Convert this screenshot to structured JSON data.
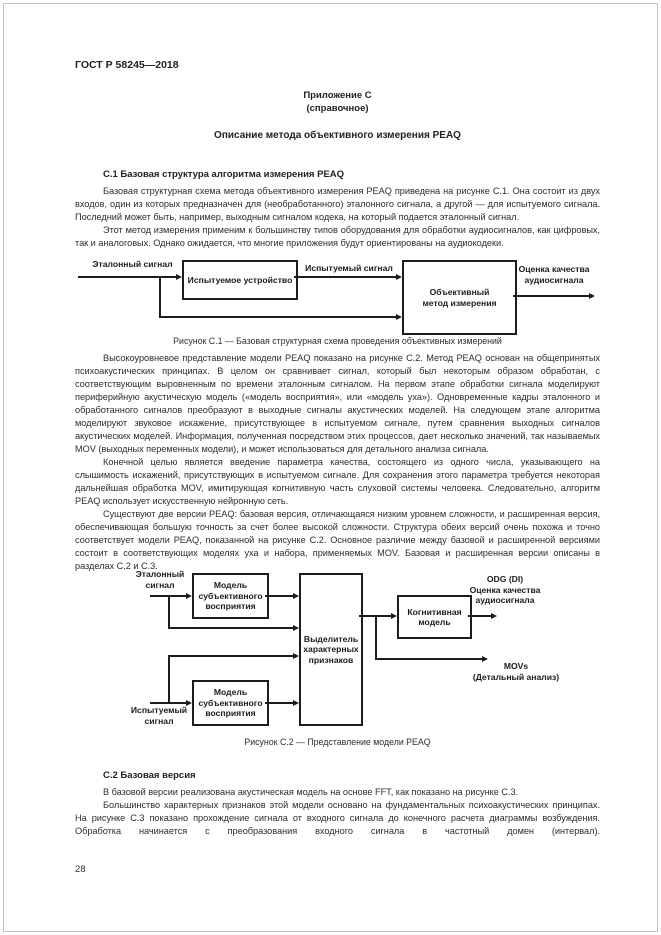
{
  "header": {
    "doc_number": "ГОСТ Р 58245—2018",
    "appendix": "Приложение С",
    "appendix_note": "(справочное)",
    "title": "Описание метода объективного измерения PEAQ"
  },
  "section_c1": {
    "heading": "С.1 Базовая структура алгоритма измерения PEAQ",
    "para1": "Базовая структурная схема метода объективного измерения PEAQ приведена на рисунке С.1. Она состоит из двух входов, один из которых предназначен для (необработанного) эталонного сигнала, а другой — для испытуемого сигнала. Последний может быть, например, выходным сигналом кодека, на который подается эталонный сигнал.",
    "para2": "Этот метод измерения применим к большинству типов оборудования для обработки аудиосигналов, как цифровых, так и аналоговых. Однако ожидается, что многие приложения будут ориентированы на аудиокодеки.",
    "para3": "Высокоуровневое представление модели PEAQ показано на рисунке С.2. Метод PEAQ основан на общепринятых психоакустических принципах. В целом он сравнивает сигнал, который был некоторым образом обработан, с соответствующим выровненным по времени эталонным сигналом. На первом этапе обработки сигнала моделируют периферийную акустическую модель («модель восприятия», или «модель уха»). Одновременные кадры эталонного и обработанного сигналов преобразуют в выходные сигналы акустических моделей. На следующем этапе алгоритма моделируют звуковое искажение, присутствующее в испытуемом сигнале, путем сравнения выходных сигналов акустических моделей. Информация, полученная посредством этих процессов, дает несколько значений, так называемых MOV (выходных переменных модели), и может использоваться для детального анализа сигнала.",
    "para4": "Конечной целью является введение параметра качества, состоящего из одного числа, указывающего на слышимость искажений, присутствующих в испытуемом сигнале. Для сохранения этого параметра требуется некоторая дальнейшая обработка MOV, имитирующая когнитивную часть слуховой системы человека. Следовательно, алгоритм PEAQ использует искусственную нейронную сеть.",
    "para5": "Существуют две версии PEAQ: базовая версия, отличающаяся низким уровнем сложности, и расширенная версия, обеспечивающая большую точность за счет более высокой сложности. Структура обеих версий очень похожа и точно соответствует модели PEAQ, показанной на рисунке С.2. Основное различие между базовой и расширенной версиями состоит в соответствующих моделях уха и набора, применяемых MOV. Базовая и расширенная версии описаны в разделах С.2 и С.3."
  },
  "fig_c1": {
    "label_input": "Эталонный сигнал",
    "box_device": "Испытуемое устройство",
    "label_mid": "Испытуемый сигнал",
    "box_method": "Объективный\nметод измерения",
    "label_output": "Оценка качества\nаудиосигнала",
    "caption": "Рисунок С.1 — Базовая структурная схема проведения объективных измерений"
  },
  "fig_c2": {
    "label_ref": "Эталонный\nсигнал",
    "label_test": "Испытуемый\nсигнал",
    "box_model_top": "Модель\nсубъективного\nвосприятия",
    "box_model_bottom": "Модель\nсубъективного\nвосприятия",
    "box_extractor": "Выделитель\nхарактерных\nпризнаков",
    "box_cognitive": "Когнитивная\nмодель",
    "label_odg": "ODG (DI)\nОценка качества\nаудиосигнала",
    "label_movs": "MOVs\n(Детальный анализ)",
    "caption": "Рисунок С.2 — Представление модели PEAQ"
  },
  "section_c2": {
    "heading": "С.2 Базовая версия",
    "para1": "В базовой версии реализована акустическая модель на основе FFT, как показано на рисунке С.3.",
    "para2": "Большинство характерных признаков этой модели основано на фундаментальных психоакустических принципах. На рисунке С.3 показано прохождение сигнала от входного сигнала до конечного расчета диаграммы возбуждения. Обработка начинается с преобразования входного сигнала в частотный домен (интервал)."
  },
  "footer": {
    "page_number": "28"
  }
}
